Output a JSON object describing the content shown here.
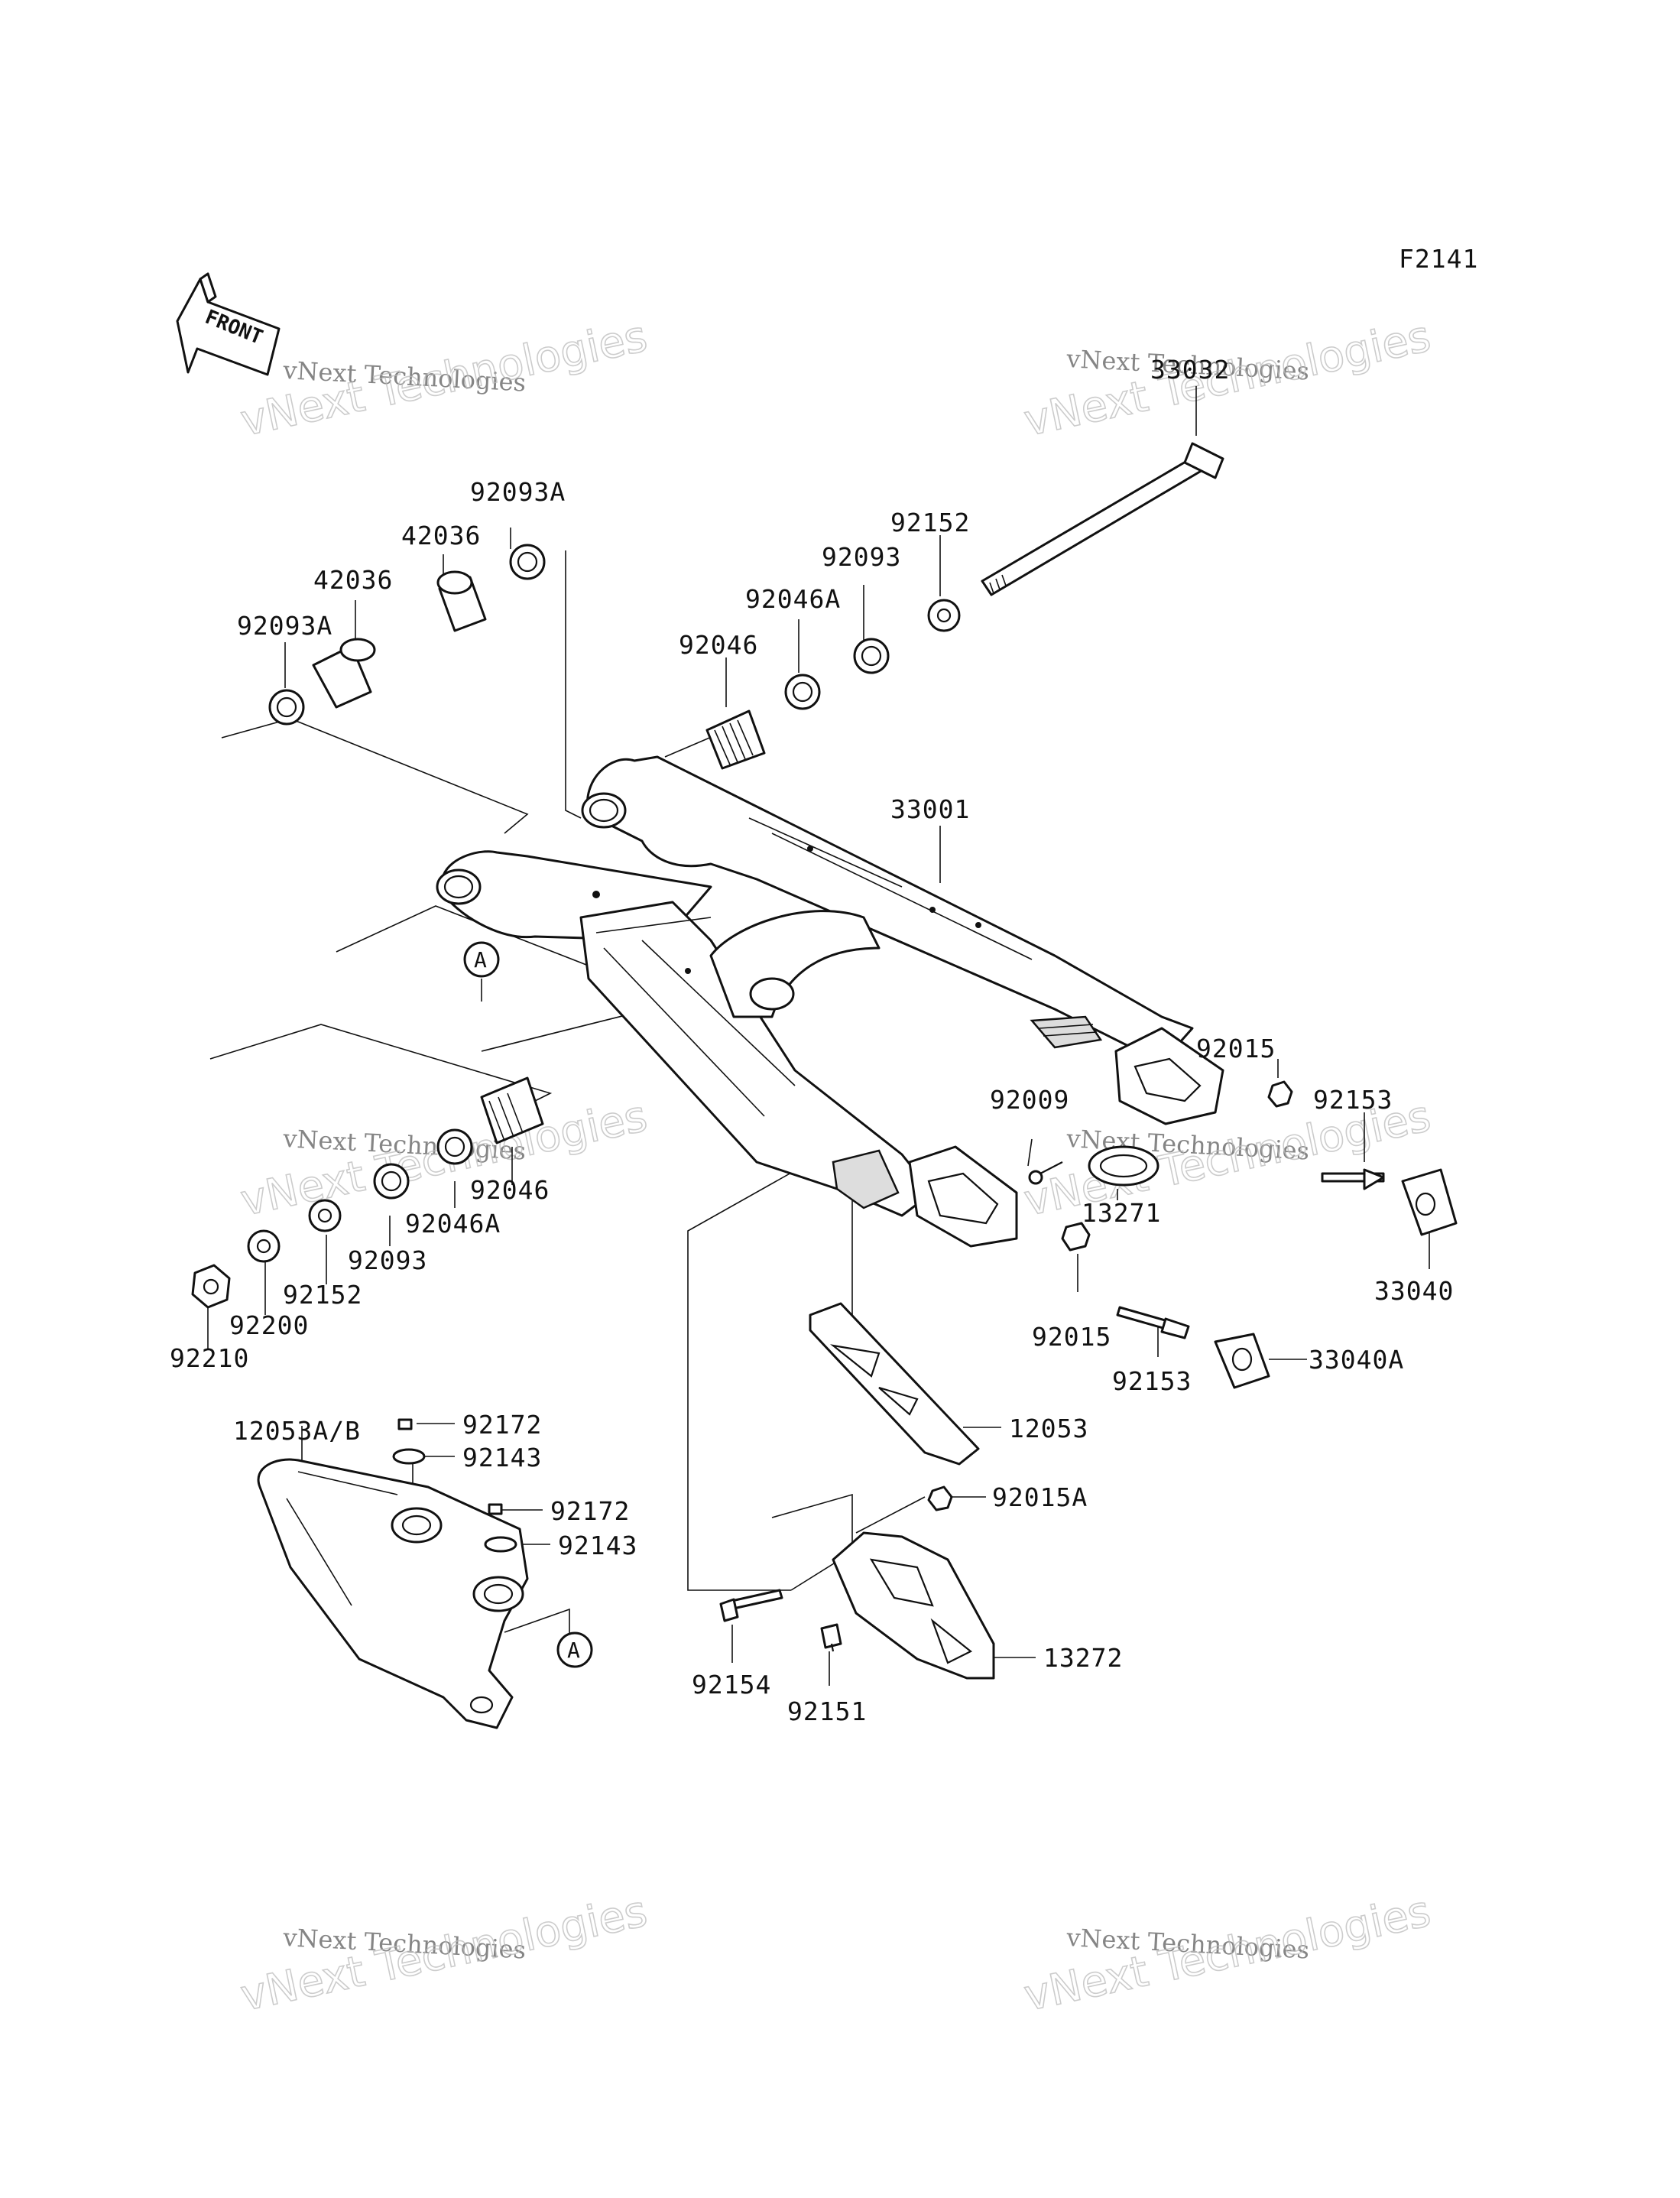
{
  "figure_id": "F2141",
  "front_arrow": {
    "text": "FRONT"
  },
  "watermark": {
    "line1": "vNext Technologies",
    "line2": "vNext Technologies"
  },
  "ref_markers": {
    "A": "A"
  },
  "parts": {
    "p33032": "33032",
    "p92093A_top": "92093A",
    "p42036_top": "42036",
    "p42036_mid": "42036",
    "p92093A_left": "92093A",
    "p92152_top": "92152",
    "p92093_top": "92093",
    "p92046A_top": "92046A",
    "p92046_top": "92046",
    "p33001": "33001",
    "p92015_top": "92015",
    "p92009": "92009",
    "p92153_top": "92153",
    "p13271": "13271",
    "p33040": "33040",
    "p92046_low": "92046",
    "p92046A_low": "92046A",
    "p92093_low": "92093",
    "p92152_low": "92152",
    "p92200": "92200",
    "p92210": "92210",
    "p92015_low": "92015",
    "p92153_low": "92153",
    "p33040A": "33040A",
    "p12053": "12053",
    "p12053AB": "12053A/B",
    "p92172_a": "92172",
    "p92143_a": "92143",
    "p92172_b": "92172",
    "p92143_b": "92143",
    "p92015A": "92015A",
    "p13272": "13272",
    "p92154": "92154",
    "p92151": "92151"
  }
}
